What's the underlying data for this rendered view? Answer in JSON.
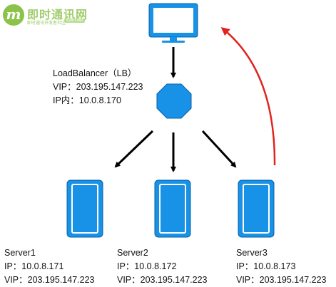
{
  "watermark": {
    "logo_letter": "m",
    "name": "即时通讯网",
    "slogan": "即时通讯开发者社区",
    "site": "52im.net"
  },
  "client": {
    "icon": "monitor-icon"
  },
  "load_balancer": {
    "icon": "octagon-icon",
    "title": "LoadBalancer（LB）",
    "vip": "VIP：203.195.147.223",
    "ip_inner": "IP内：10.0.8.170"
  },
  "servers": [
    {
      "name": "Server1",
      "ip": "IP：10.0.8.171",
      "vip": "VIP：203.195.147.223"
    },
    {
      "name": "Server2",
      "ip": "IP：10.0.8.172",
      "vip": "VIP：203.195.147.223"
    },
    {
      "name": "Server3",
      "ip": "IP：10.0.8.173",
      "vip": "VIP：203.195.147.223"
    }
  ],
  "colors": {
    "node_fill": "#1792e6",
    "node_stroke": "#0b5fa5",
    "arrow": "#000000",
    "return_arrow": "#e0231c"
  }
}
